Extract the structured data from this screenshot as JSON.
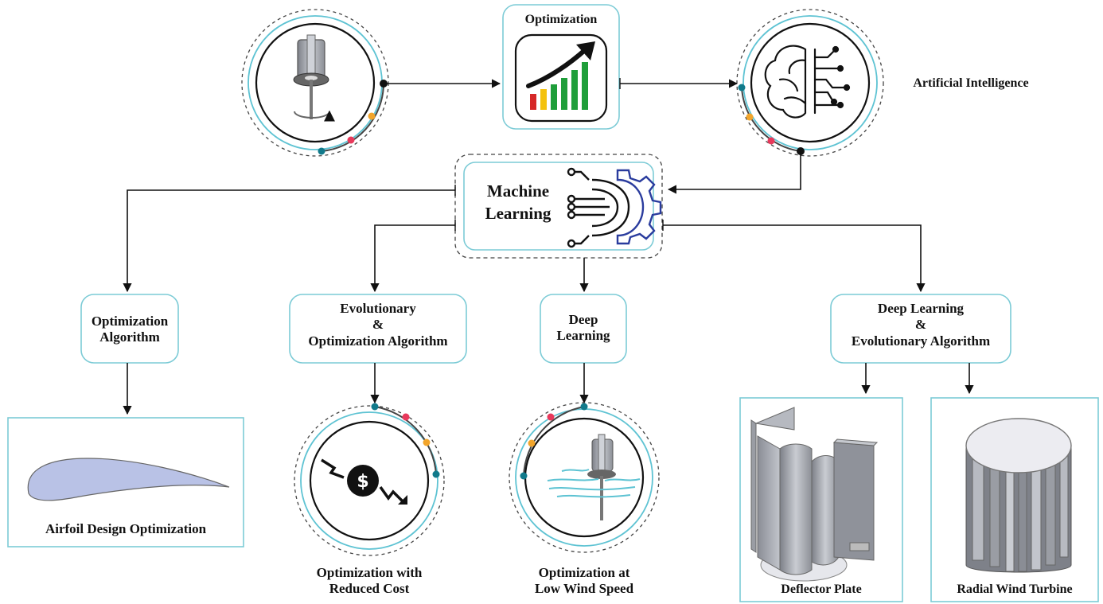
{
  "top": {
    "optimization_label": "Optimization",
    "ai_label": "Artificial Intelligence"
  },
  "center": {
    "ml_line1": "Machine",
    "ml_line2": "Learning"
  },
  "branches": [
    {
      "line1": "Optimization",
      "line2": "Algorithm",
      "line3": ""
    },
    {
      "line1": "Evolutionary",
      "line2": "&",
      "line3": "Optimization Algorithm"
    },
    {
      "line1": "Deep",
      "line2": "Learning",
      "line3": ""
    },
    {
      "line1": "Deep Learning",
      "line2": "&",
      "line3": "Evolutionary Algorithm"
    }
  ],
  "outcomes": {
    "airfoil": "Airfoil Design Optimization",
    "reduced_cost_1": "Optimization with",
    "reduced_cost_2": "Reduced Cost",
    "low_wind_1": "Optimization at",
    "low_wind_2": "Low Wind Speed",
    "deflector": "Deflector Plate",
    "radial": "Radial Wind Turbine"
  },
  "colors": {
    "teal_ring": "#5ec3d3",
    "dot_teal": "#117a8b",
    "dot_orange": "#f2a52b",
    "dot_pink": "#e8395b",
    "bar_red": "#d62828",
    "bar_yellow": "#f4c20d",
    "bar_green": "#1f9e3a",
    "gear_blue": "#2a3c9e",
    "airfoil_fill": "#b9c2e6"
  },
  "icons": [
    "turbine-icon",
    "growth-chart-icon",
    "brain-circuit-icon",
    "ml-gear-icon",
    "dollar-down-icon",
    "turbine-wind-icon",
    "airfoil-shape",
    "deflector-plate-model",
    "radial-turbine-model"
  ]
}
